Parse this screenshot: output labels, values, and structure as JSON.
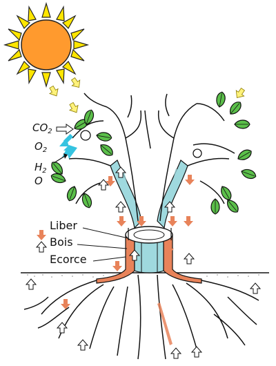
{
  "labels": {
    "liber": "Liber",
    "bois": "Bois",
    "ecorce": "Ecorce"
  },
  "chem": {
    "co2_main": "CO",
    "co2_sub": "2",
    "o2_main": "O",
    "o2_sub": "2",
    "h2o_h": "H",
    "h2o_sub": "2",
    "h2o_o": "O"
  },
  "colors": {
    "sun_core": "#ff9a2e",
    "sun_rays": "#ffe600",
    "liber_orange": "#e8835a",
    "bois_blue": "#9fd9de",
    "leaf_green": "#5bbf4a",
    "o2_arrow": "#35c3e0",
    "outline": "#111111"
  },
  "icons": [
    "sun-icon",
    "leaf-icon",
    "down-arrow-icon",
    "up-arrow-icon"
  ]
}
